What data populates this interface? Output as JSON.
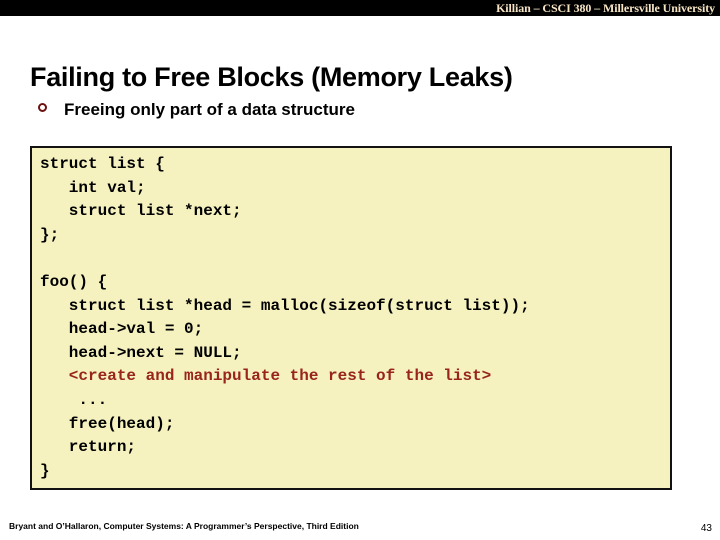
{
  "banner": {
    "text": "Killian – CSCI 380 – Millersville University",
    "background_color": "#000000",
    "text_color": "#f7e4c3"
  },
  "slide": {
    "title": "Failing to Free Blocks (Memory Leaks)",
    "bullet": {
      "marker": "hollow-circle-bullet",
      "marker_color": "#6d1111",
      "text": "Freeing only part of a data structure"
    }
  },
  "code_block": {
    "background_color": "#f5f2bf",
    "border_color": "#121212",
    "default_text_color": "#000000",
    "highlight_text_color": "#98241c",
    "lines": [
      {
        "text": "struct list {",
        "highlight": false
      },
      {
        "text": "   int val;",
        "highlight": false
      },
      {
        "text": "   struct list *next;",
        "highlight": false
      },
      {
        "text": "};",
        "highlight": false
      },
      {
        "text": "",
        "highlight": false
      },
      {
        "text": "foo() {",
        "highlight": false
      },
      {
        "text": "   struct list *head = malloc(sizeof(struct list));",
        "highlight": false
      },
      {
        "text": "   head->val = 0;",
        "highlight": false
      },
      {
        "text": "   head->next = NULL;",
        "highlight": false
      },
      {
        "text": "   <create and manipulate the rest of the list>",
        "highlight": true
      },
      {
        "text": "    ...",
        "highlight": false
      },
      {
        "text": "   free(head);",
        "highlight": false
      },
      {
        "text": "   return;",
        "highlight": false
      },
      {
        "text": "}",
        "highlight": false
      }
    ]
  },
  "footer": {
    "attribution": "Bryant and O’Hallaron, Computer Systems: A Programmer’s Perspective, Third Edition",
    "page_number": "43"
  }
}
